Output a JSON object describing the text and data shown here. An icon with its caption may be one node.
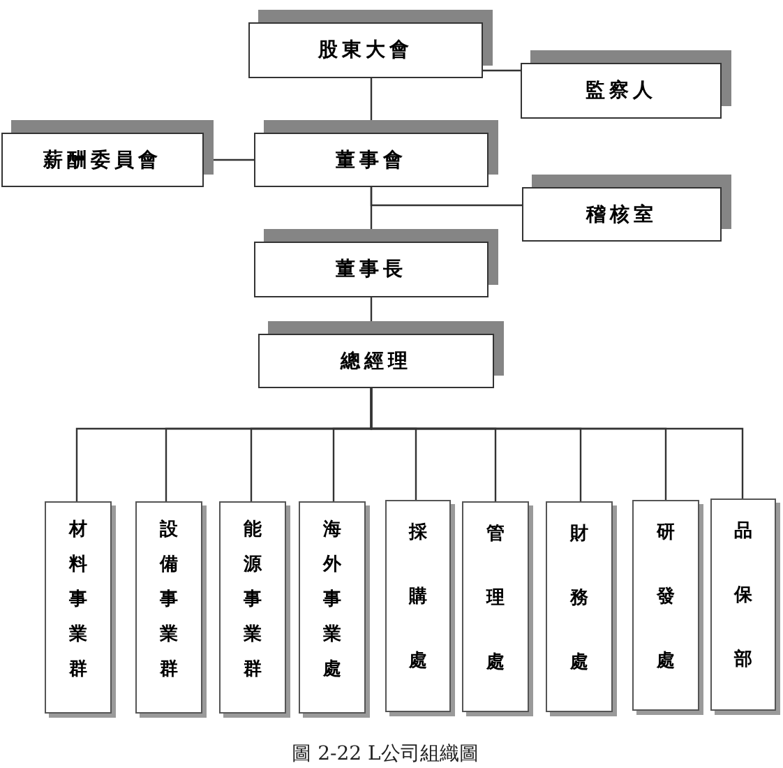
{
  "diagram": {
    "caption": "圖 2-22 L公司組織圖",
    "nodes": [
      {
        "text": [
          "股東大會"
        ]
      },
      {
        "text": [
          "監察人"
        ]
      },
      {
        "text": [
          "薪酬委員會"
        ]
      },
      {
        "text": [
          "董事會"
        ]
      },
      {
        "text": [
          "稽核室"
        ]
      },
      {
        "text": [
          "董事長"
        ]
      },
      {
        "text": [
          "總經理"
        ]
      },
      {
        "text": [
          "材料事業群"
        ]
      },
      {
        "text": [
          "設備事業群"
        ]
      },
      {
        "text": [
          "能源事業群"
        ]
      },
      {
        "text": [
          "海外事業處"
        ]
      },
      {
        "text": [
          "採購處"
        ]
      },
      {
        "text": [
          "管理處"
        ]
      },
      {
        "text": [
          "財務處"
        ]
      },
      {
        "text": [
          "研發處"
        ]
      },
      {
        "text": [
          "品保部"
        ]
      }
    ],
    "edges": [
      {
        "from": 0,
        "to": 1,
        "arrow": "none"
      },
      {
        "from": 0,
        "to": 3,
        "arrow": "none"
      },
      {
        "from": 3,
        "to": 2,
        "arrow": "none"
      },
      {
        "from": 3,
        "to": 4,
        "arrow": "none"
      },
      {
        "from": 3,
        "to": 5,
        "arrow": "none"
      },
      {
        "from": 5,
        "to": 6,
        "arrow": "none"
      },
      {
        "from": 6,
        "to": 7,
        "arrow": "none"
      },
      {
        "from": 6,
        "to": 8,
        "arrow": "none"
      },
      {
        "from": 6,
        "to": 9,
        "arrow": "none"
      },
      {
        "from": 6,
        "to": 10,
        "arrow": "none"
      },
      {
        "from": 6,
        "to": 11,
        "arrow": "none"
      },
      {
        "from": 6,
        "to": 12,
        "arrow": "none"
      },
      {
        "from": 6,
        "to": 13,
        "arrow": "none"
      },
      {
        "from": 6,
        "to": 14,
        "arrow": "none"
      },
      {
        "from": 6,
        "to": 15,
        "arrow": "none"
      }
    ]
  }
}
